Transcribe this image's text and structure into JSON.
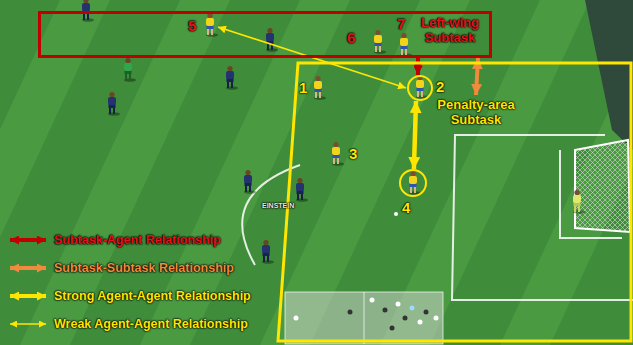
{
  "diagram": {
    "nodes": [
      {
        "text": [
          "Left-wing Subtask"
        ]
      },
      {
        "text": [
          "5"
        ],
        "in": 0
      },
      {
        "text": [
          "Penalty-area Subtask"
        ]
      },
      {
        "text": [
          "2"
        ],
        "in": 2
      },
      {
        "text": [
          "4"
        ],
        "in": 2
      }
    ],
    "edges": [
      {
        "from": 0,
        "to": 3,
        "arrow": "both"
      },
      {
        "from": 0,
        "to": 2,
        "arrow": "both"
      },
      {
        "from": 3,
        "to": 4,
        "arrow": "both"
      },
      {
        "from": 3,
        "to": 1,
        "arrow": "both"
      }
    ],
    "labels": [
      "1",
      "3",
      "6",
      "7",
      "EINSTEIN"
    ],
    "legend": [
      {
        "text": "Subtask-Agent Relationship"
      },
      {
        "text": "Subtask-Subtask Relationship"
      },
      {
        "text": "Strong Agent-Agent Relationship"
      },
      {
        "text": "Wreak Agent-Agent Relationship"
      }
    ]
  }
}
